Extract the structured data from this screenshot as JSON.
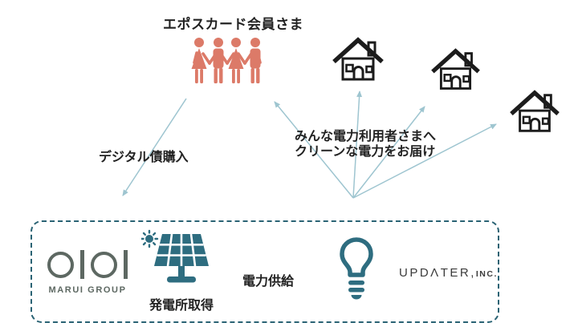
{
  "diagram": {
    "title": "エポスカード会員さま",
    "labels": {
      "digital_bond_purchase": "デジタル債購入",
      "clean_power_line1": "みんな電力利用者さまへ",
      "clean_power_line2": "クリーンな電力をお届け",
      "power_supply": "電力供給",
      "power_plant_acquisition": "発電所取得"
    },
    "logos": {
      "marui_group": "MARUI GROUP",
      "updater_main": "UPDΛTER,",
      "updater_suffix": "INC."
    },
    "icons": {
      "members": "people-group-icon",
      "homes": "house-icon",
      "sun": "sun-icon",
      "solar_panel": "solar-panel-icon",
      "bulb": "light-bulb-icon"
    },
    "colors": {
      "teal": "#2e6d80",
      "arrow": "#9ec5d0",
      "salmon": "#dc7a68",
      "marui_gray": "#5d6862",
      "ink": "#222222",
      "house_outline": "#1c1c1c",
      "box_border": "#2a6374"
    }
  }
}
